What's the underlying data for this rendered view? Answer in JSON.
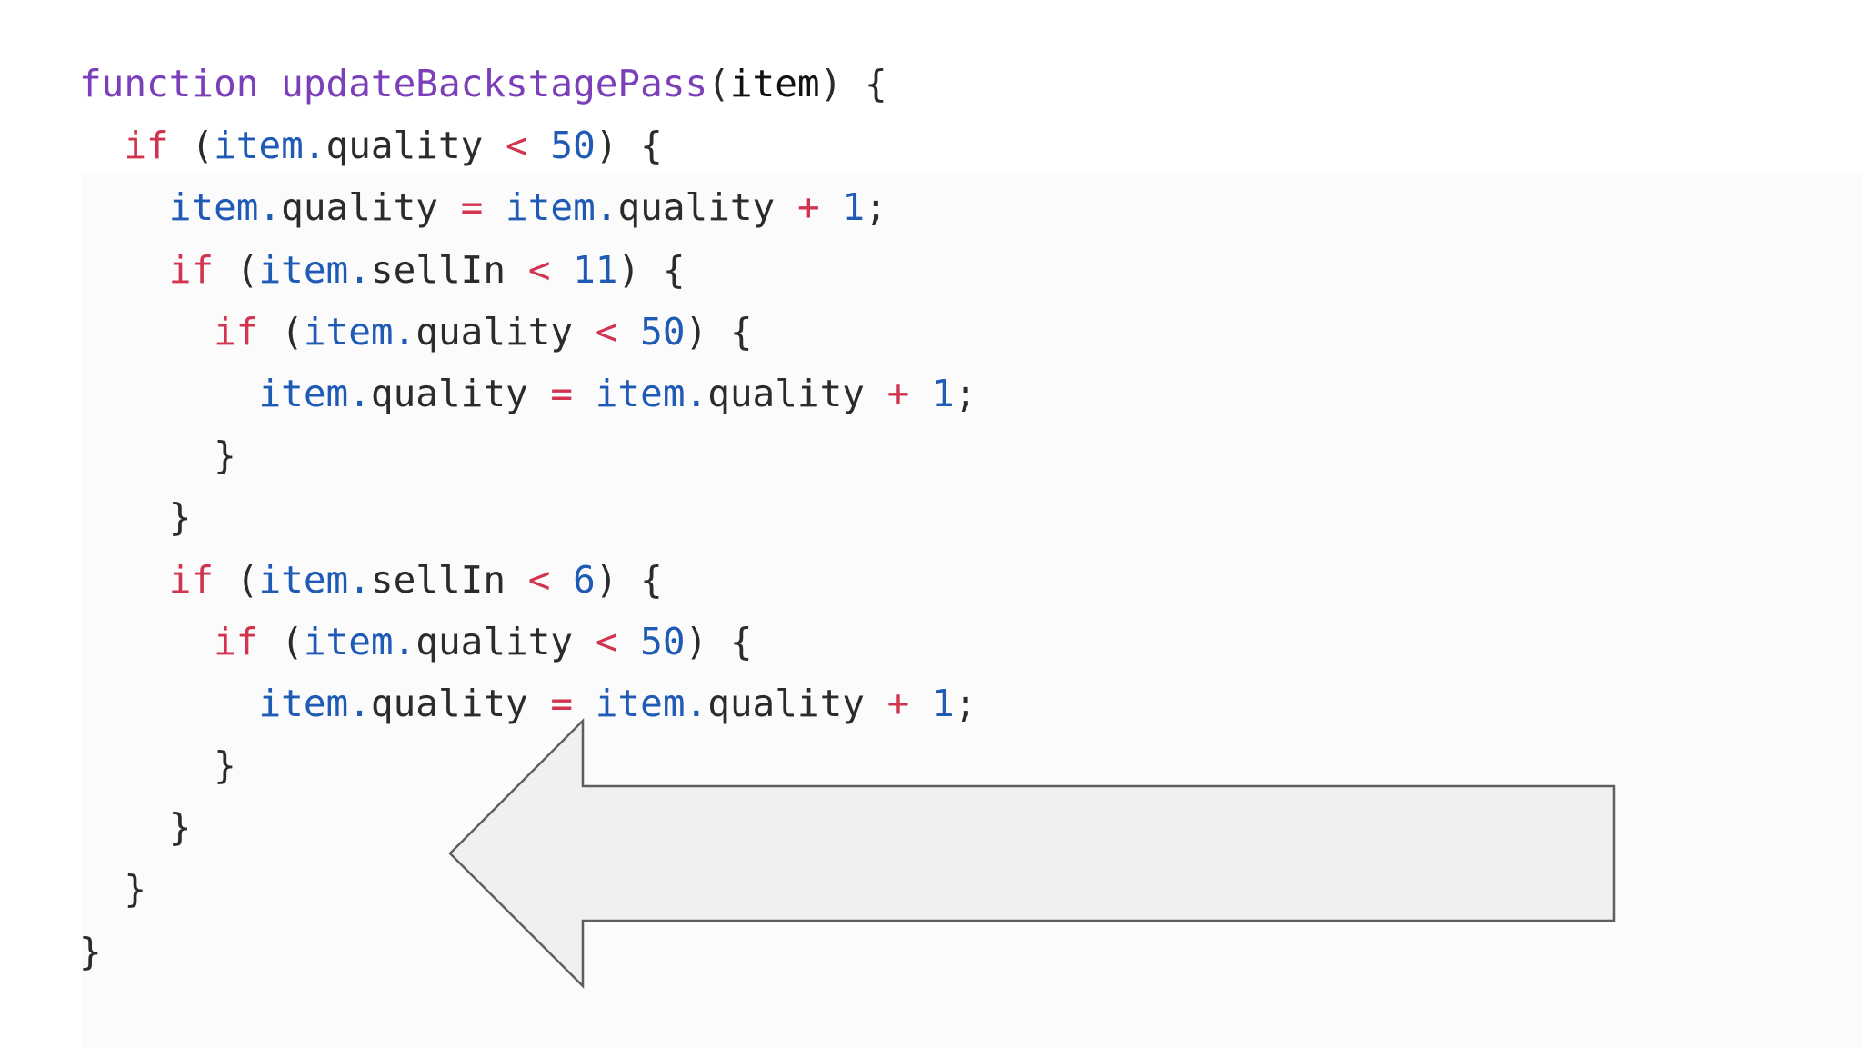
{
  "code": {
    "lines": [
      [
        {
          "t": "function",
          "c": "kw-fn"
        },
        {
          "t": " ",
          "c": "punc"
        },
        {
          "t": "updateBackstagePass",
          "c": "fn-name"
        },
        {
          "t": "(",
          "c": "punc"
        },
        {
          "t": "item",
          "c": "param"
        },
        {
          "t": ") {",
          "c": "punc"
        }
      ],
      [
        {
          "t": "  ",
          "c": "punc"
        },
        {
          "t": "if",
          "c": "kw"
        },
        {
          "t": " (",
          "c": "punc"
        },
        {
          "t": "item.",
          "c": "obj"
        },
        {
          "t": "quality",
          "c": "prop"
        },
        {
          "t": " ",
          "c": "punc"
        },
        {
          "t": "<",
          "c": "op"
        },
        {
          "t": " ",
          "c": "punc"
        },
        {
          "t": "50",
          "c": "num"
        },
        {
          "t": ") {",
          "c": "punc"
        }
      ],
      [
        {
          "t": "    ",
          "c": "punc"
        },
        {
          "t": "item.",
          "c": "obj"
        },
        {
          "t": "quality",
          "c": "prop"
        },
        {
          "t": " ",
          "c": "punc"
        },
        {
          "t": "=",
          "c": "op"
        },
        {
          "t": " ",
          "c": "punc"
        },
        {
          "t": "item.",
          "c": "obj"
        },
        {
          "t": "quality",
          "c": "prop"
        },
        {
          "t": " ",
          "c": "punc"
        },
        {
          "t": "+",
          "c": "op"
        },
        {
          "t": " ",
          "c": "punc"
        },
        {
          "t": "1",
          "c": "num"
        },
        {
          "t": ";",
          "c": "punc"
        }
      ],
      [
        {
          "t": "    ",
          "c": "punc"
        },
        {
          "t": "if",
          "c": "kw"
        },
        {
          "t": " (",
          "c": "punc"
        },
        {
          "t": "item.",
          "c": "obj"
        },
        {
          "t": "sellIn",
          "c": "prop"
        },
        {
          "t": " ",
          "c": "punc"
        },
        {
          "t": "<",
          "c": "op"
        },
        {
          "t": " ",
          "c": "punc"
        },
        {
          "t": "11",
          "c": "num"
        },
        {
          "t": ") {",
          "c": "punc"
        }
      ],
      [
        {
          "t": "      ",
          "c": "punc"
        },
        {
          "t": "if",
          "c": "kw"
        },
        {
          "t": " (",
          "c": "punc"
        },
        {
          "t": "item.",
          "c": "obj"
        },
        {
          "t": "quality",
          "c": "prop"
        },
        {
          "t": " ",
          "c": "punc"
        },
        {
          "t": "<",
          "c": "op"
        },
        {
          "t": " ",
          "c": "punc"
        },
        {
          "t": "50",
          "c": "num"
        },
        {
          "t": ") {",
          "c": "punc"
        }
      ],
      [
        {
          "t": "        ",
          "c": "punc"
        },
        {
          "t": "item.",
          "c": "obj"
        },
        {
          "t": "quality",
          "c": "prop"
        },
        {
          "t": " ",
          "c": "punc"
        },
        {
          "t": "=",
          "c": "op"
        },
        {
          "t": " ",
          "c": "punc"
        },
        {
          "t": "item.",
          "c": "obj"
        },
        {
          "t": "quality",
          "c": "prop"
        },
        {
          "t": " ",
          "c": "punc"
        },
        {
          "t": "+",
          "c": "op"
        },
        {
          "t": " ",
          "c": "punc"
        },
        {
          "t": "1",
          "c": "num"
        },
        {
          "t": ";",
          "c": "punc"
        }
      ],
      [
        {
          "t": "      }",
          "c": "punc"
        }
      ],
      [
        {
          "t": "    }",
          "c": "punc"
        }
      ],
      [
        {
          "t": "    ",
          "c": "punc"
        },
        {
          "t": "if",
          "c": "kw"
        },
        {
          "t": " (",
          "c": "punc"
        },
        {
          "t": "item.",
          "c": "obj"
        },
        {
          "t": "sellIn",
          "c": "prop"
        },
        {
          "t": " ",
          "c": "punc"
        },
        {
          "t": "<",
          "c": "op"
        },
        {
          "t": " ",
          "c": "punc"
        },
        {
          "t": "6",
          "c": "num"
        },
        {
          "t": ") {",
          "c": "punc"
        }
      ],
      [
        {
          "t": "      ",
          "c": "punc"
        },
        {
          "t": "if",
          "c": "kw"
        },
        {
          "t": " (",
          "c": "punc"
        },
        {
          "t": "item.",
          "c": "obj"
        },
        {
          "t": "quality",
          "c": "prop"
        },
        {
          "t": " ",
          "c": "punc"
        },
        {
          "t": "<",
          "c": "op"
        },
        {
          "t": " ",
          "c": "punc"
        },
        {
          "t": "50",
          "c": "num"
        },
        {
          "t": ") {",
          "c": "punc"
        }
      ],
      [
        {
          "t": "        ",
          "c": "punc"
        },
        {
          "t": "item.",
          "c": "obj"
        },
        {
          "t": "quality",
          "c": "prop"
        },
        {
          "t": " ",
          "c": "punc"
        },
        {
          "t": "=",
          "c": "op"
        },
        {
          "t": " ",
          "c": "punc"
        },
        {
          "t": "item.",
          "c": "obj"
        },
        {
          "t": "quality",
          "c": "prop"
        },
        {
          "t": " ",
          "c": "punc"
        },
        {
          "t": "+",
          "c": "op"
        },
        {
          "t": " ",
          "c": "punc"
        },
        {
          "t": "1",
          "c": "num"
        },
        {
          "t": ";",
          "c": "punc"
        }
      ],
      [
        {
          "t": "      }",
          "c": "punc"
        }
      ],
      [
        {
          "t": "    }",
          "c": "punc"
        }
      ],
      [
        {
          "t": "  }",
          "c": "punc"
        }
      ],
      [
        {
          "t": "}",
          "c": "punc"
        }
      ]
    ]
  },
  "arrow": {
    "icon": "left-arrow-icon",
    "fill": "#f0eff1",
    "stroke": "#5e5e5e"
  },
  "colors": {
    "keyword_function": "#7c3fba",
    "function_name": "#7c3fba",
    "keyword": "#d0344f",
    "operator": "#d0344f",
    "object": "#1f5bb5",
    "number": "#1f5bb5",
    "text": "#2b2b2b",
    "background": "#ffffff",
    "panel": "#fbfbfc"
  }
}
